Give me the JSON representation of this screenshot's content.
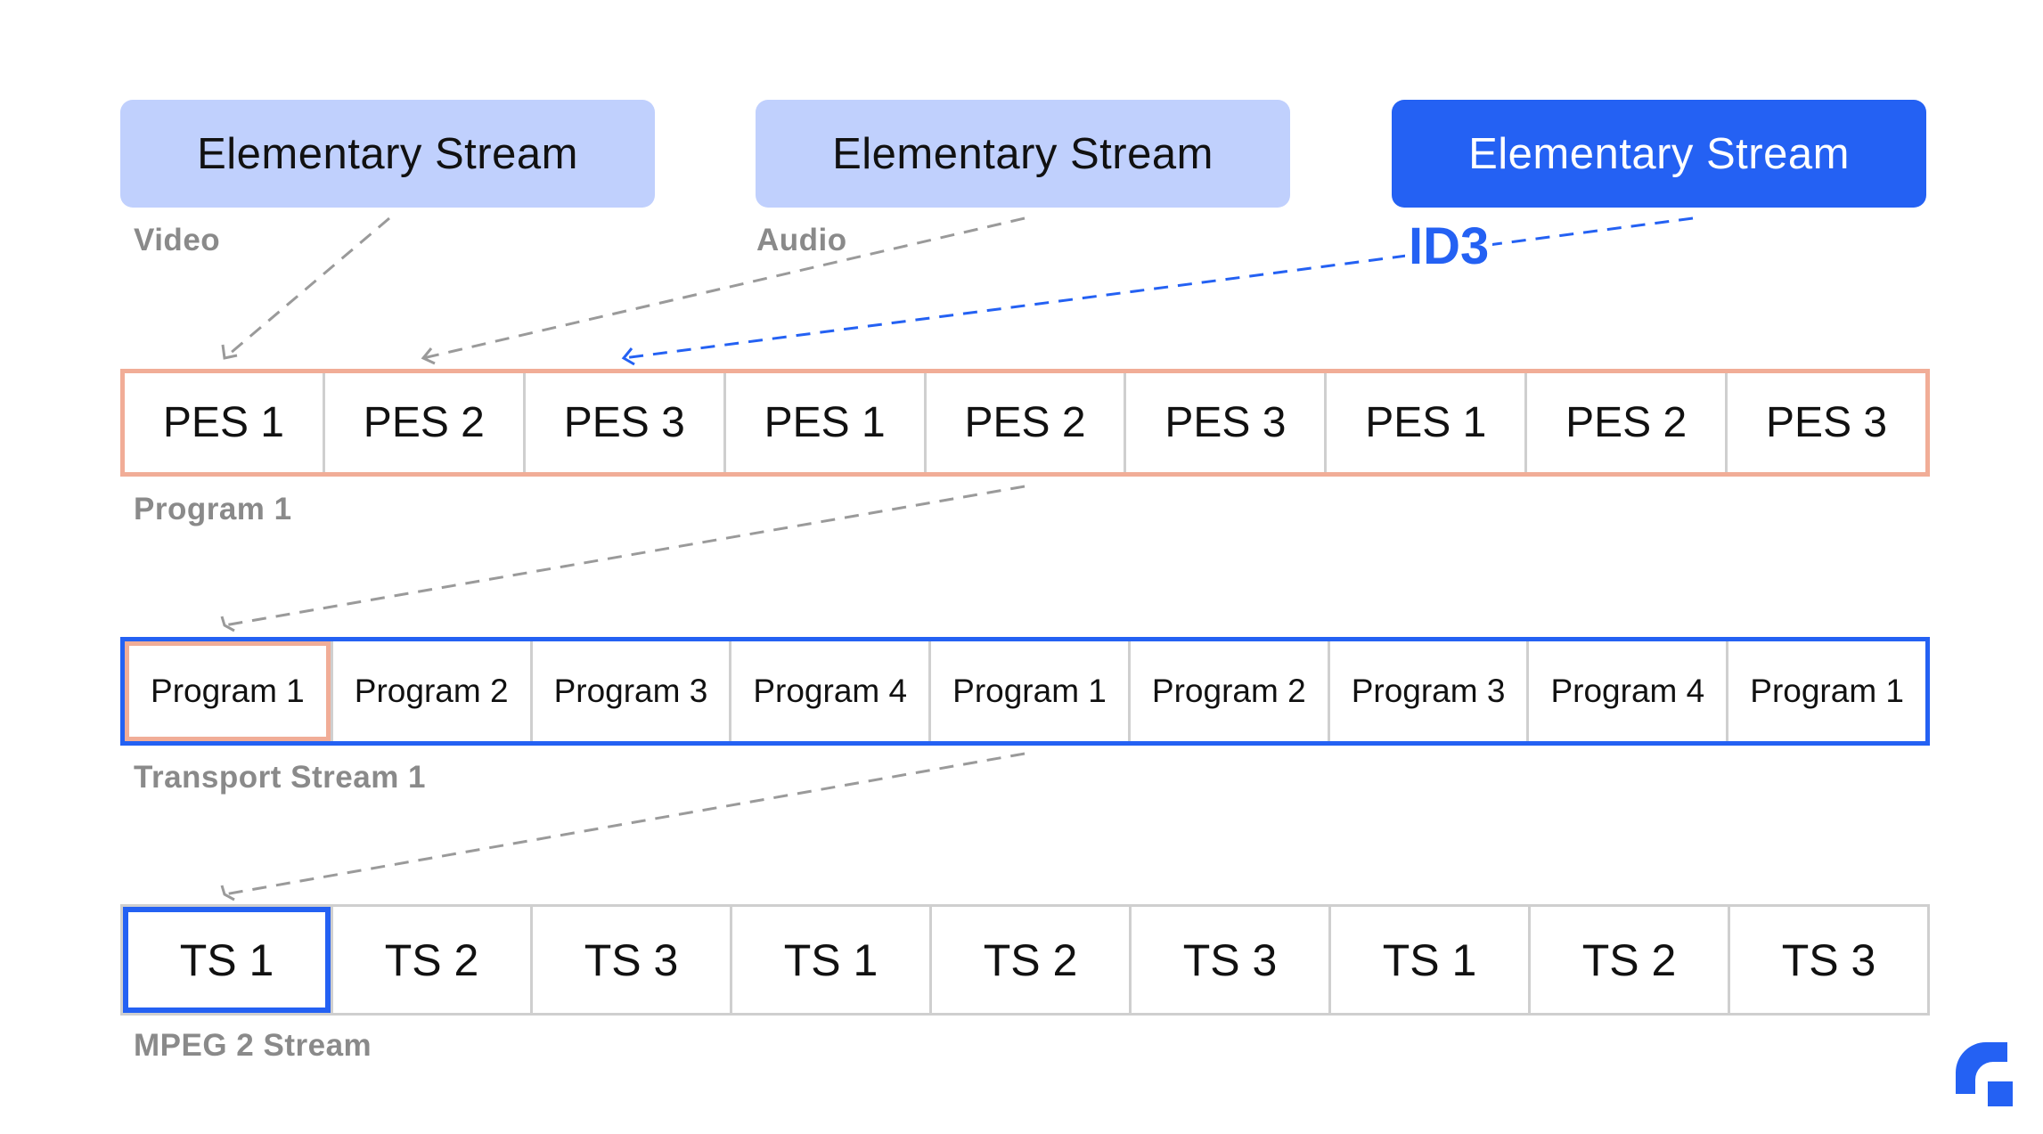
{
  "elementary_streams": [
    {
      "label": "Elementary Stream",
      "caption": "Video"
    },
    {
      "label": "Elementary Stream",
      "caption": "Audio"
    },
    {
      "label": "Elementary Stream",
      "caption": "ID3"
    }
  ],
  "pes_row": {
    "caption": "Program 1",
    "cells": [
      "PES 1",
      "PES 2",
      "PES 3",
      "PES 1",
      "PES 2",
      "PES 3",
      "PES 1",
      "PES 2",
      "PES 3"
    ]
  },
  "program_row": {
    "caption": "Transport Stream 1",
    "cells": [
      "Program 1",
      "Program 2",
      "Program 3",
      "Program 4",
      "Program 1",
      "Program 2",
      "Program 3",
      "Program 4",
      "Program 1"
    ]
  },
  "ts_row": {
    "caption": "MPEG 2 Stream",
    "cells": [
      "TS 1",
      "TS 2",
      "TS 3",
      "TS 1",
      "TS 2",
      "TS 3",
      "TS 1",
      "TS 2",
      "TS 3"
    ]
  },
  "colors": {
    "accent_blue": "#2461f3",
    "light_blue": "#c0d0fd",
    "salmon": "#f1ad97",
    "grey_text": "#8a8a8a"
  }
}
